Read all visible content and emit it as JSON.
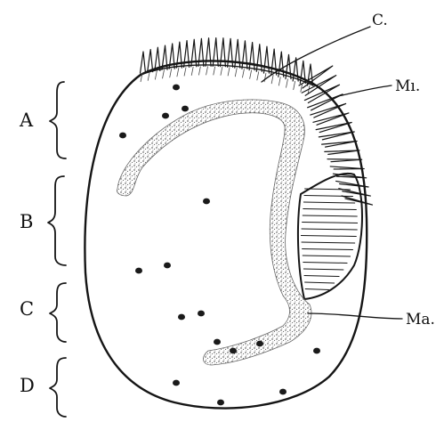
{
  "diagram": {
    "section_labels": [
      "A",
      "B",
      "C",
      "D"
    ],
    "pointer_labels": {
      "cilia": "C.",
      "membranelles": "Mı.",
      "macronucleus": "Ma."
    }
  }
}
